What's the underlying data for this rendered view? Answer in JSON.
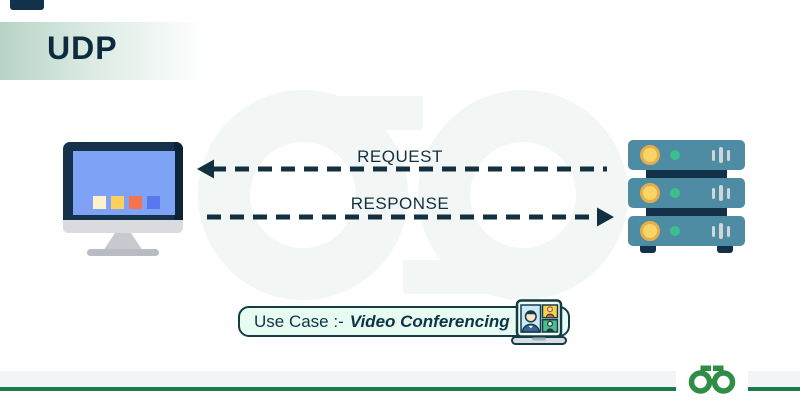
{
  "title": "UDP",
  "arrows": [
    {
      "label": "REQUEST",
      "direction": "left",
      "style": "dashed"
    },
    {
      "label": "RESPONSE",
      "direction": "right",
      "style": "dashed"
    }
  ],
  "use_case": {
    "label": "Use Case :-",
    "value": "Video Conferencing"
  },
  "icons": {
    "client": "desktop-computer-icon",
    "server": "server-rack-icon",
    "use_case": "video-conferencing-icon",
    "brand": "geeksforgeeks-logo-icon"
  },
  "colors": {
    "navy": "#12303f",
    "server_teal": "#4d8ca2",
    "screen_blue": "#7ea3f6",
    "mint_fill": "#e7fbf1",
    "footer_green": "#1b7a4b",
    "logo_green": "#2f8d46",
    "header_gradient_from": "#b7d3c6",
    "watermark": "#f2f6f4"
  }
}
